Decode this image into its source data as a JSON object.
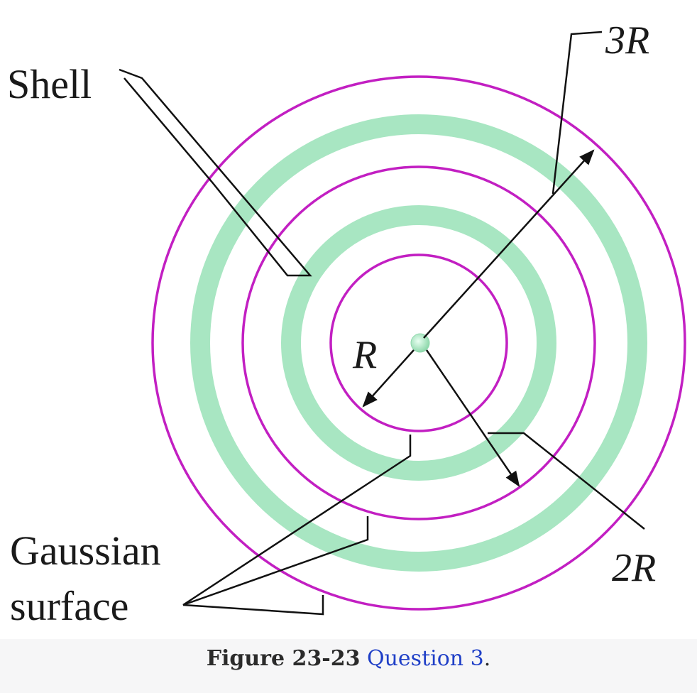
{
  "labels": {
    "shell": "Shell",
    "gaussian_line1": "Gaussian",
    "gaussian_line2": "surface",
    "r": "R",
    "two_r": "2R",
    "three_r": "3R"
  },
  "caption": {
    "figure_number": "Figure 23-23",
    "link_text": "Question 3",
    "period": "."
  },
  "colors": {
    "gaussian_surface": "#c21fc2",
    "shell": "#a8e6c2",
    "leader": "#111111",
    "background": "#ffffff",
    "page_background": "#f6f6f7",
    "link": "#1f3fc7"
  }
}
